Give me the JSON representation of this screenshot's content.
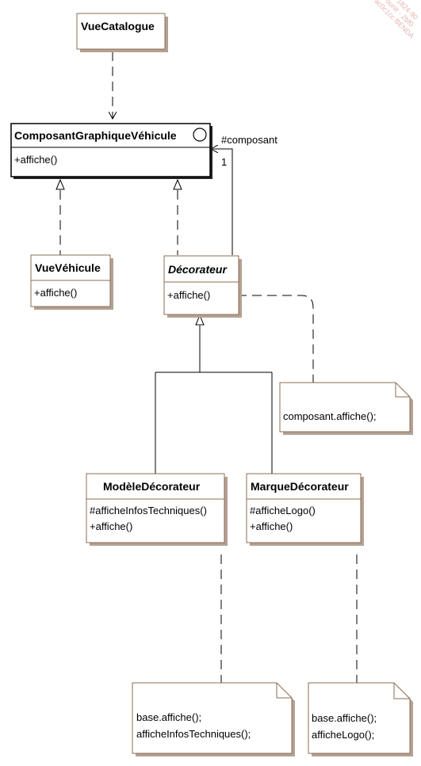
{
  "classes": {
    "vue_catalogue": {
      "name": "VueCatalogue"
    },
    "composant": {
      "name": "ComposantGraphiqueVéhicule",
      "methods": [
        "+affiche()"
      ]
    },
    "vue_vehicule": {
      "name": "VueVéhicule",
      "methods": [
        "+affiche()"
      ]
    },
    "decorateur": {
      "name": "Décorateur",
      "methods": [
        "+affiche()"
      ]
    },
    "modele_decorateur": {
      "name": "ModèleDécorateur",
      "methods": [
        "#afficheInfosTechniques()",
        "+affiche()"
      ]
    },
    "marque_decorateur": {
      "name": "MarqueDécorateur",
      "methods": [
        "#afficheLogo()",
        "+affiche()"
      ]
    }
  },
  "association": {
    "role": "#composant",
    "multiplicity": "1"
  },
  "notes": {
    "decorateur_note": [
      "composant.affiche();"
    ],
    "modele_note": [
      "base.affiche();",
      "afficheInfosTechniques();"
    ],
    "marque_note": [
      "base.affiche();",
      "afficheLogo();"
    ]
  },
  "watermark": [
    "1824-90",
    "ounir - 2bf0",
    "ac0c1cc BENDA"
  ]
}
